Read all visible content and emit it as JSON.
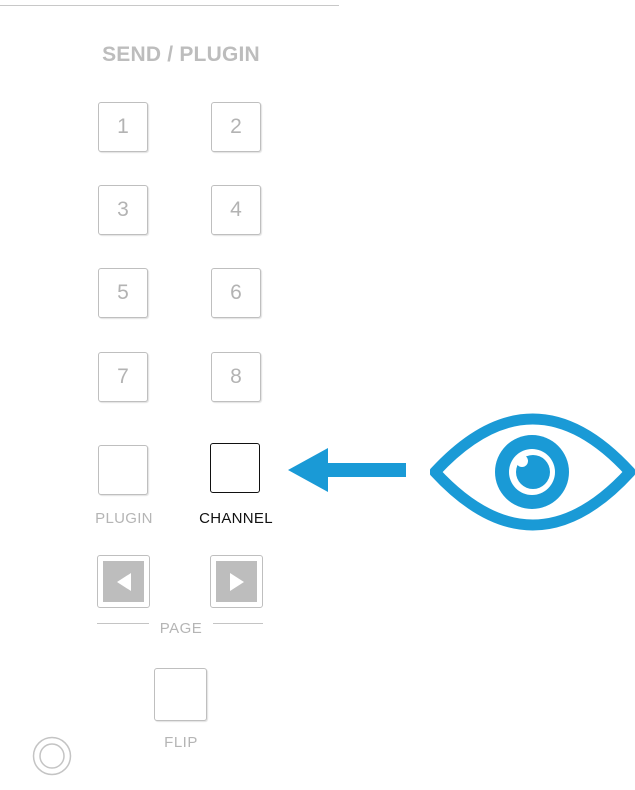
{
  "section": {
    "title": "SEND / PLUGIN"
  },
  "pads": [
    "1",
    "2",
    "3",
    "4",
    "5",
    "6",
    "7",
    "8"
  ],
  "mode_buttons": {
    "plugin_label": "PLUGIN",
    "channel_label": "CHANNEL",
    "channel_active": true
  },
  "page": {
    "label": "PAGE",
    "prev_icon": "triangle-left-icon",
    "next_icon": "triangle-right-icon"
  },
  "flip": {
    "label": "FLIP"
  },
  "callout": {
    "arrow_color": "#1a9ad6",
    "eye_color": "#1a9ad6",
    "icon": "eye-icon"
  }
}
